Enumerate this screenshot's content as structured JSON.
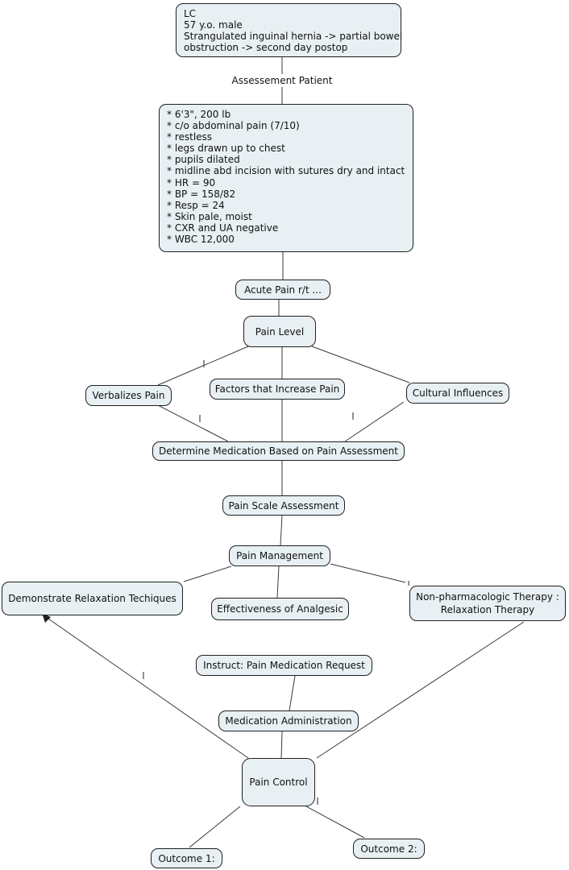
{
  "colors": {
    "node_fill": "#e8f0f4",
    "node_border": "#1f1f1f",
    "edge_line": "#3a3a3a",
    "text": "#111111",
    "background": "#ffffff"
  },
  "nodes": {
    "patient_summary": "LC\n57 y.o. male\nStrangulated inguinal hernia -> partial bowel\nobstruction -> second day postop",
    "assessment_findings": "* 6'3\", 200 lb\n* c/o abdominal pain (7/10)\n* restless\n* legs drawn up to chest\n* pupils dilated\n* midline abd incision with sutures dry and intact\n* HR = 90\n* BP = 158/82\n* Resp = 24\n* Skin pale, moist\n* CXR and UA negative\n* WBC 12,000",
    "acute_pain": "Acute Pain r/t ...",
    "pain_level": "Pain Level",
    "verbalizes_pain": "Verbalizes Pain",
    "factors_increase_pain": "Factors that Increase Pain",
    "cultural_influences": "Cultural Influences",
    "determine_medication": "Determine Medication Based on Pain Assessment",
    "pain_scale_assessment": "Pain Scale Assessment",
    "pain_management": "Pain Management",
    "demonstrate_relaxation": "Demonstrate Relaxation Techiques",
    "effectiveness_analgesic": "Effectiveness of Analgesic",
    "non_pharmacologic_therapy": "Non-pharmacologic Therapy :\nRelaxation Therapy",
    "instruct_pain_medication": "Instruct: Pain Medication Request",
    "medication_administration": "Medication Administration",
    "pain_control": "Pain Control",
    "outcome_1": "Outcome 1:",
    "outcome_2": "Outcome 2:"
  },
  "link_labels": {
    "assessement_patient": "Assessement Patient"
  }
}
